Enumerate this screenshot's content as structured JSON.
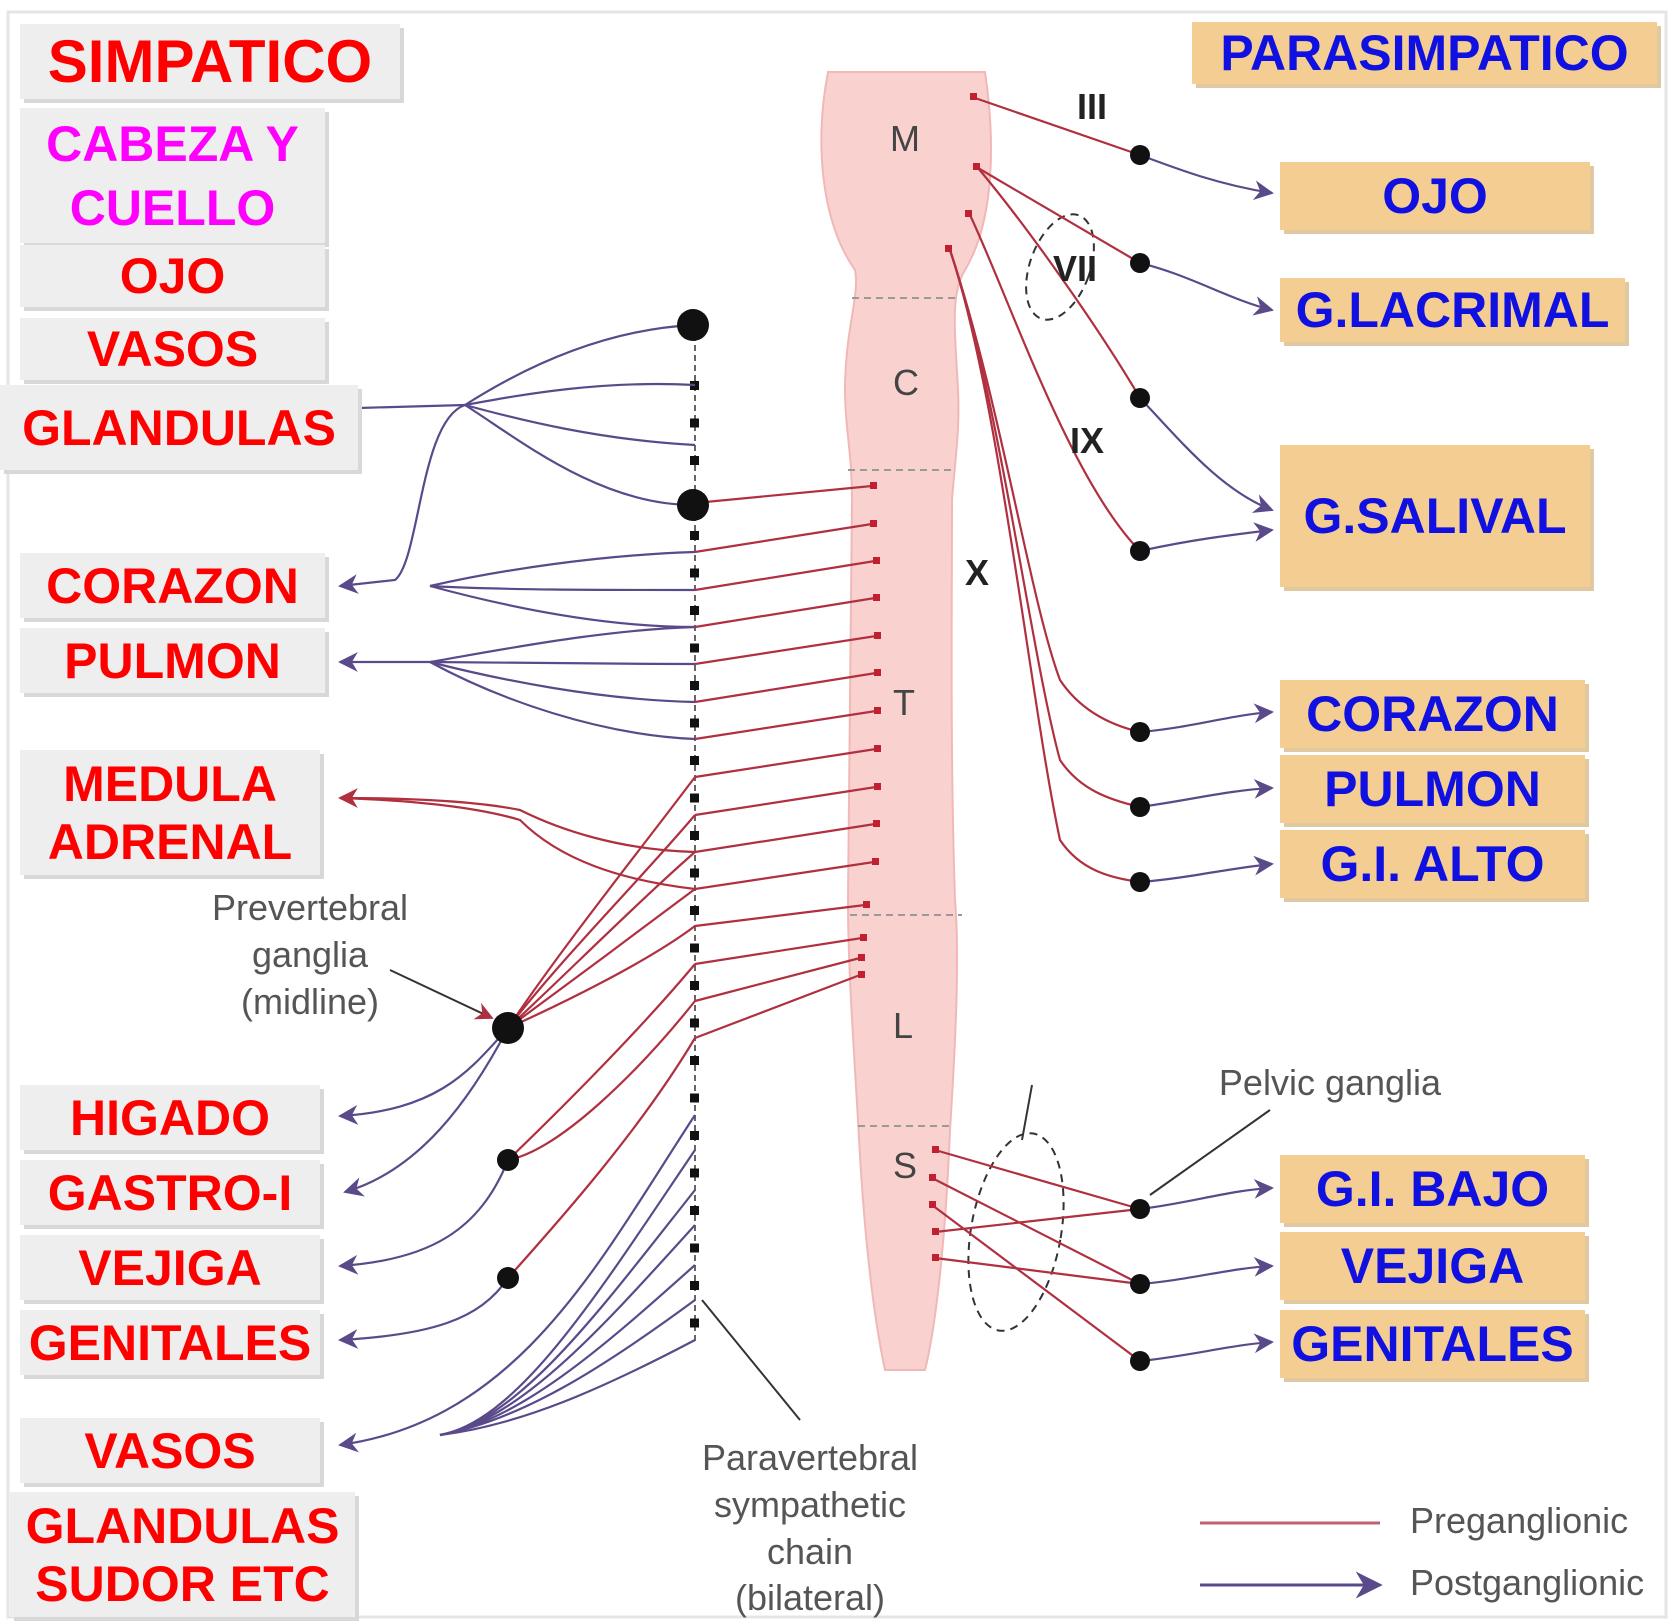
{
  "colors": {
    "sympathetic_label": "#ff0000",
    "parasympathetic_label": "#1010e0",
    "head_neck_label": "#ff00ff",
    "preganglionic": "#b03040",
    "postganglionic": "#5a4a8a",
    "cord_fill": "#f9d2d0"
  },
  "icons": {
    "ganglion": "filled-circle",
    "target_arrow": "arrowhead"
  },
  "sympathetic": {
    "title": "SIMPATICO",
    "head_neck": "CABEZA Y CUELLO",
    "ojo": "OJO",
    "vasos": "VASOS",
    "glandulas": "GLANDULAS",
    "corazon": "CORAZON",
    "pulmon": "PULMON",
    "medula": "MEDULA",
    "adrenal": "ADRENAL",
    "higado": "HIGADO",
    "gastro": "GASTRO-I",
    "vejiga": "VEJIGA",
    "genitales": "GENITALES",
    "vasos2": "VASOS",
    "glandulas2": "GLANDULAS",
    "sudor": "SUDOR ETC"
  },
  "parasympathetic": {
    "title": "PARASIMPATICO",
    "ojo": "OJO",
    "lacrimal": "G.LACRIMAL",
    "salival": "G.SALIVAL",
    "corazon": "CORAZON",
    "pulmon": "PULMON",
    "gi_alto": "G.I. ALTO",
    "gi_bajo": "G.I. BAJO",
    "vejiga": "VEJIGA",
    "genitales": "GENITALES"
  },
  "cord_segments": [
    "M",
    "C",
    "T",
    "L",
    "S"
  ],
  "cranial_nerves": [
    "III",
    "VII",
    "IX",
    "X"
  ],
  "annotations": {
    "prevertebral": [
      "Prevertebral",
      "ganglia",
      "(midline)"
    ],
    "pelvic": "Pelvic ganglia",
    "paravertebral": [
      "Paravertebral",
      "sympathetic",
      "chain",
      "(bilateral)"
    ]
  },
  "legend": {
    "preganglionic": "Preganglionic",
    "postganglionic": "Postganglionic"
  }
}
